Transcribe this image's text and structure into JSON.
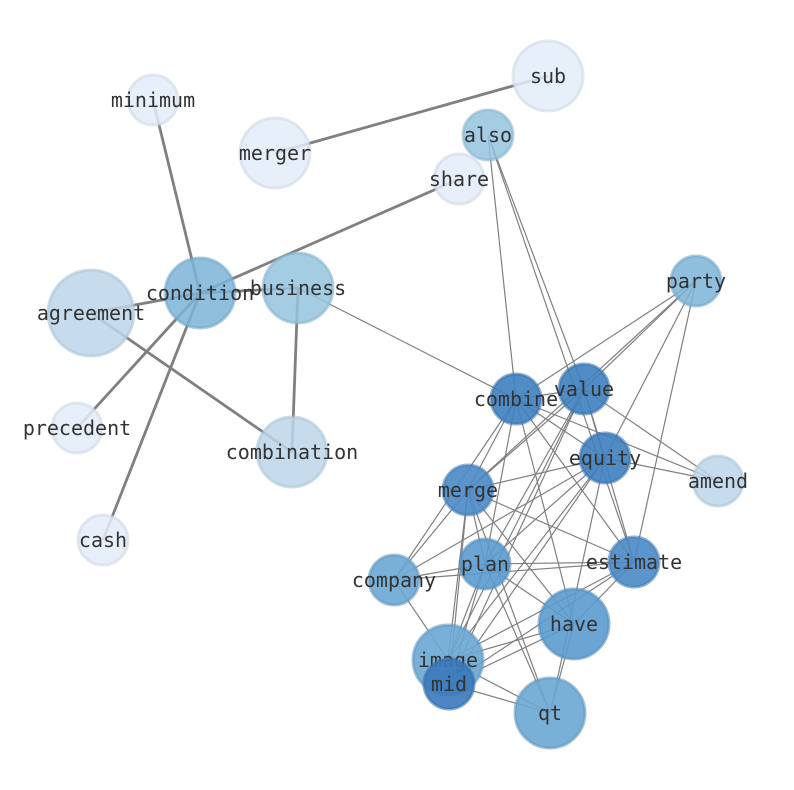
{
  "graph": {
    "nodes": [
      {
        "id": "sub",
        "label": "sub",
        "color": "#e3ecf9"
      },
      {
        "id": "minimum",
        "label": "minimum",
        "color": "#e3ecf9"
      },
      {
        "id": "merger",
        "label": "merger",
        "color": "#e3ecf9"
      },
      {
        "id": "also",
        "label": "also",
        "color": "#94c4df"
      },
      {
        "id": "share",
        "label": "share",
        "color": "#e3ecf9"
      },
      {
        "id": "party",
        "label": "party",
        "color": "#7db4d8"
      },
      {
        "id": "condition",
        "label": "condition",
        "color": "#7db4d8"
      },
      {
        "id": "business",
        "label": "business",
        "color": "#94c4df"
      },
      {
        "id": "agreement",
        "label": "agreement",
        "color": "#bcd6ea"
      },
      {
        "id": "combine",
        "label": "combine",
        "color": "#3f7fbf"
      },
      {
        "id": "value",
        "label": "value",
        "color": "#3f7fbf"
      },
      {
        "id": "precedent",
        "label": "precedent",
        "color": "#e3ecf9"
      },
      {
        "id": "combination",
        "label": "combination",
        "color": "#bcd6ea"
      },
      {
        "id": "equity",
        "label": "equity",
        "color": "#3f7fbf"
      },
      {
        "id": "amend",
        "label": "amend",
        "color": "#bcd6ea"
      },
      {
        "id": "merge",
        "label": "merge",
        "color": "#4a8ac6"
      },
      {
        "id": "cash",
        "label": "cash",
        "color": "#e3ecf9"
      },
      {
        "id": "estimate",
        "label": "estimate",
        "color": "#4a8ac6"
      },
      {
        "id": "company",
        "label": "company",
        "color": "#6aa7d3"
      },
      {
        "id": "plan",
        "label": "plan",
        "color": "#5b9bcf"
      },
      {
        "id": "have",
        "label": "have",
        "color": "#5b9bcf"
      },
      {
        "id": "image",
        "label": "image",
        "color": "#6aa7d3"
      },
      {
        "id": "mid",
        "label": "mid",
        "color": "#3a79bb"
      },
      {
        "id": "qt",
        "label": "qt",
        "color": "#6aa7d3"
      }
    ],
    "edges": [
      [
        "sub",
        "merger",
        2.8
      ],
      [
        "minimum",
        "condition",
        2.8
      ],
      [
        "share",
        "condition",
        2.8
      ],
      [
        "condition",
        "agreement",
        2.8
      ],
      [
        "condition",
        "precedent",
        2.8
      ],
      [
        "condition",
        "cash",
        2.8
      ],
      [
        "condition",
        "business",
        2.8
      ],
      [
        "agreement",
        "combination",
        2.8
      ],
      [
        "business",
        "combination",
        2.8
      ],
      [
        "business",
        "combine",
        1.2
      ],
      [
        "also",
        "combine",
        1.2
      ],
      [
        "also",
        "value",
        1.2
      ],
      [
        "also",
        "estimate",
        1.2
      ],
      [
        "party",
        "combine",
        1.2
      ],
      [
        "party",
        "value",
        1.2
      ],
      [
        "party",
        "equity",
        1.2
      ],
      [
        "party",
        "merge",
        1.2
      ],
      [
        "party",
        "estimate",
        1.2
      ],
      [
        "combine",
        "value",
        1.2
      ],
      [
        "combine",
        "equity",
        1.2
      ],
      [
        "combine",
        "merge",
        1.2
      ],
      [
        "combine",
        "plan",
        1.2
      ],
      [
        "combine",
        "company",
        1.2
      ],
      [
        "combine",
        "have",
        1.2
      ],
      [
        "combine",
        "estimate",
        1.2
      ],
      [
        "combine",
        "amend",
        1.2
      ],
      [
        "value",
        "equity",
        1.2
      ],
      [
        "value",
        "merge",
        1.2
      ],
      [
        "value",
        "plan",
        1.2
      ],
      [
        "value",
        "image",
        1.2
      ],
      [
        "value",
        "estimate",
        1.2
      ],
      [
        "value",
        "mid",
        1.2
      ],
      [
        "value",
        "amend",
        1.2
      ],
      [
        "equity",
        "merge",
        1.2
      ],
      [
        "equity",
        "plan",
        1.2
      ],
      [
        "equity",
        "company",
        1.2
      ],
      [
        "equity",
        "image",
        1.2
      ],
      [
        "equity",
        "mid",
        1.2
      ],
      [
        "equity",
        "qt",
        1.2
      ],
      [
        "equity",
        "amend",
        1.2
      ],
      [
        "merge",
        "plan",
        1.2
      ],
      [
        "merge",
        "company",
        1.2
      ],
      [
        "merge",
        "have",
        1.2
      ],
      [
        "merge",
        "image",
        1.2
      ],
      [
        "merge",
        "mid",
        1.2
      ],
      [
        "merge",
        "qt",
        1.2
      ],
      [
        "merge",
        "estimate",
        1.2
      ],
      [
        "company",
        "estimate",
        1.2
      ],
      [
        "company",
        "plan",
        1.2
      ],
      [
        "company",
        "image",
        1.2
      ],
      [
        "plan",
        "estimate",
        1.2
      ],
      [
        "plan",
        "have",
        1.2
      ],
      [
        "plan",
        "image",
        1.2
      ],
      [
        "plan",
        "mid",
        1.2
      ],
      [
        "plan",
        "qt",
        1.2
      ],
      [
        "estimate",
        "have",
        1.2
      ],
      [
        "estimate",
        "image",
        1.2
      ],
      [
        "estimate",
        "mid",
        1.2
      ],
      [
        "have",
        "image",
        1.2
      ],
      [
        "have",
        "mid",
        1.2
      ],
      [
        "have",
        "qt",
        1.2
      ],
      [
        "image",
        "mid",
        1.2
      ],
      [
        "image",
        "qt",
        1.2
      ],
      [
        "mid",
        "qt",
        1.2
      ]
    ]
  }
}
